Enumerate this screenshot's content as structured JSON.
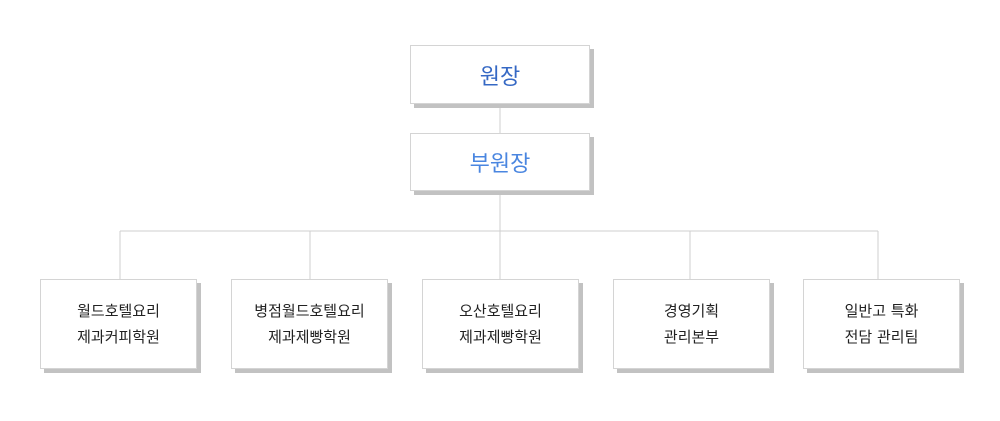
{
  "org_chart": {
    "director": "원장",
    "vice_director": "부원장",
    "departments": [
      {
        "line1": "월드호텔요리",
        "line2": "제과커피학원"
      },
      {
        "line1": "병점월드호텔요리",
        "line2": "제과제빵학원"
      },
      {
        "line1": "오산호텔요리",
        "line2": "제과제빵학원"
      },
      {
        "line1": "경영기획",
        "line2": "관리본부"
      },
      {
        "line1": "일반고 특화",
        "line2": "전담 관리팀"
      }
    ]
  },
  "colors": {
    "director_text": "#3568c4",
    "vice_director_text": "#4a86e0",
    "connector": "#cfcfcf",
    "box_border": "#d4d4d4",
    "box_shadow": "#c2c2c2"
  }
}
